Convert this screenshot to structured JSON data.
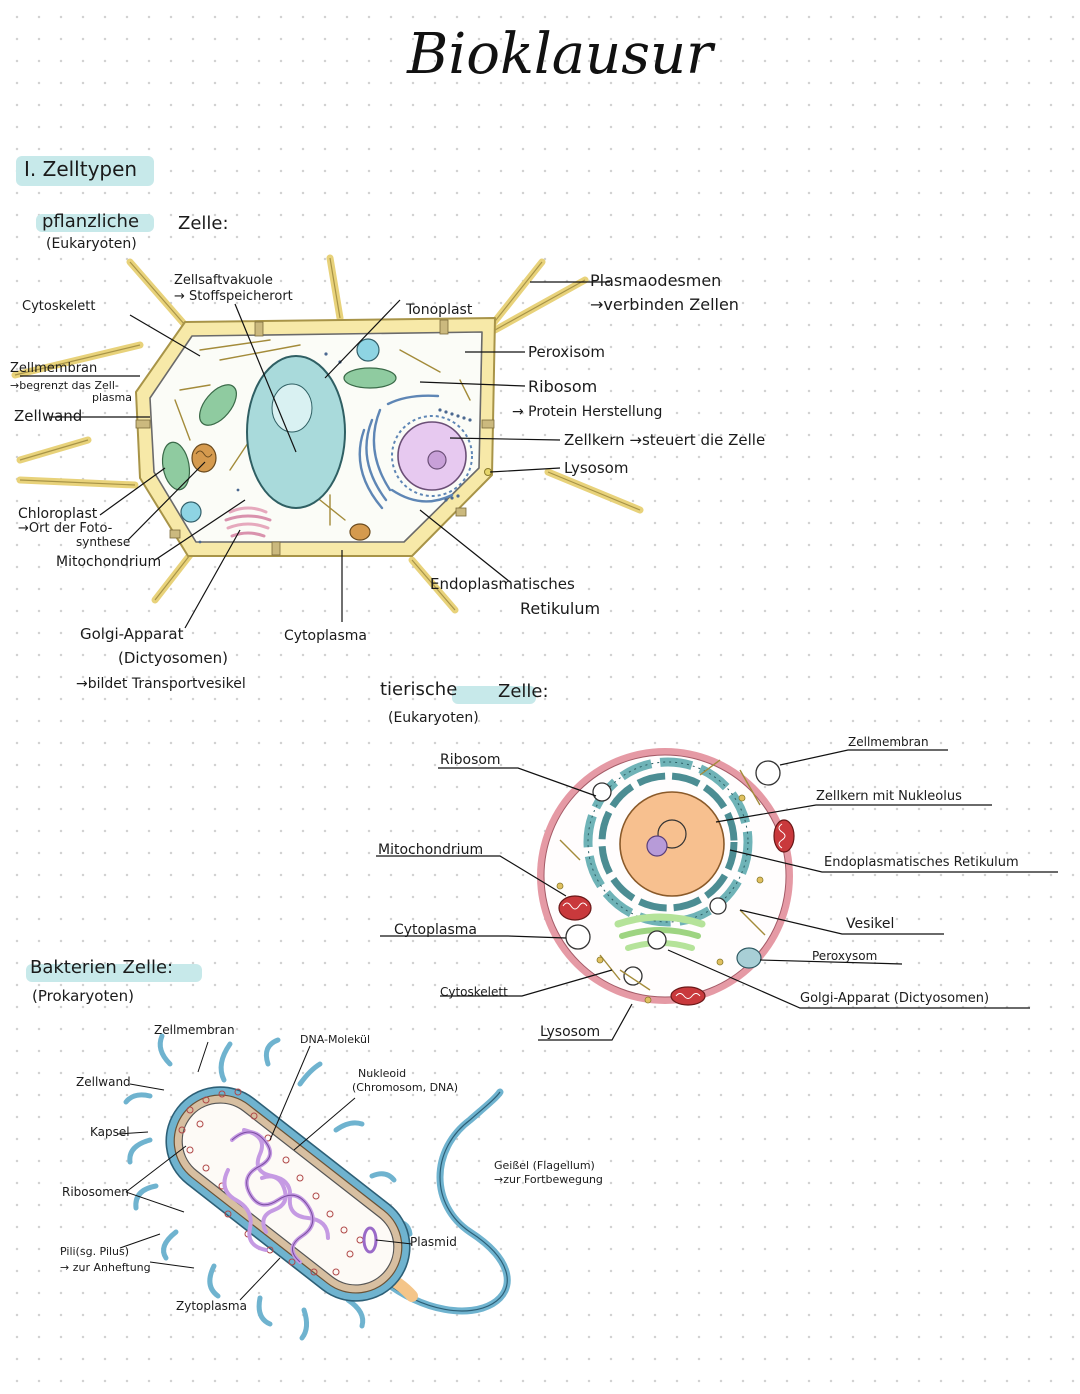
{
  "title": "Bioklausur",
  "section": "I. Zelltypen",
  "plant": {
    "heading": "pflanzliche",
    "heading2": "Zelle:",
    "sub": "(Eukaryoten)",
    "labels": {
      "cytoskelett": "Cytoskelett",
      "zellsaft1": "Zellsaftvakuole",
      "zellsaft2": "→ Stoffspeicherort",
      "tonoplast": "Tonoplast",
      "plasmo1": "Plasmaodesmen",
      "plasmo2": "→verbinden Zellen",
      "peroxisom": "Peroxisom",
      "ribosom": "Ribosom",
      "ribosom2": "→ Protein Herstellung",
      "zellkern": "Zellkern →steuert die Zelle",
      "lysosom": "Lysosom",
      "zellmembran": "Zellmembran",
      "zellmembran2": "→begrenzt das Zell-",
      "zellmembran3": "plasma",
      "zellwand": "Zellwand",
      "chloro1": "Chloroplast",
      "chloro2": "→Ort der Foto-",
      "chloro3": "synthese",
      "mito": "Mitochondrium",
      "golgi1": "Golgi-Apparat",
      "golgi2": "(Dictyosomen)",
      "golgi3": "→bildet Transportvesikel",
      "cytoplasma": "Cytoplasma",
      "er1": "Endoplasmatisches",
      "er2": "Retikulum"
    }
  },
  "animal": {
    "heading": "tierische",
    "heading2": "Zelle:",
    "sub": "(Eukaryoten)",
    "labels": {
      "zellmembran": "Zellmembran",
      "zellkern": "Zellkern mit Nukleolus",
      "er": "Endoplasmatisches Retikulum",
      "vesikel": "Vesikel",
      "peroxysom": "Peroxysom",
      "golgi": "Golgi-Apparat (Dictyosomen)",
      "ribosom": "Ribosom",
      "mito": "Mitochondrium",
      "cytoplasma": "Cytoplasma",
      "cytoskelett": "Cytoskelett",
      "lysosom": "Lysosom"
    }
  },
  "bacteria": {
    "heading": "Bakterien Zelle:",
    "sub": "(Prokaryoten)",
    "labels": {
      "zellmembran": "Zellmembran",
      "dna": "DNA-Molekül",
      "nukleoid1": "Nukleoid",
      "nukleoid2": "(Chromosom, DNA)",
      "zellwand": "Zellwand",
      "kapsel": "Kapsel",
      "ribosomen": "Ribosomen",
      "pili1": "Pili(sg. Pilus)",
      "pili2": "→ zur Anheftung",
      "zytoplasma": "Zytoplasma",
      "plasmid": "Plasmid",
      "geissel1": "Geißel (Flagellum)",
      "geissel2": "→zur Fortbewegung"
    }
  },
  "colors": {
    "highlight": "#c7e9ea",
    "cell_wall": "#f7e9a8",
    "vacuole": "#a9dadb",
    "chloroplast": "#8fcba0",
    "nucleus_plant": "#e7c9f0",
    "er_blue": "#5e86b5",
    "membrane_pink": "#e59aa5",
    "nucleus_animal": "#f7c08f",
    "golgi_green": "#b5e39a",
    "mito_red": "#c9393c",
    "bacteria_capsule": "#6fb3cf",
    "bacteria_wall": "#d7bfa1",
    "dna_purple": "#c59ae3"
  }
}
